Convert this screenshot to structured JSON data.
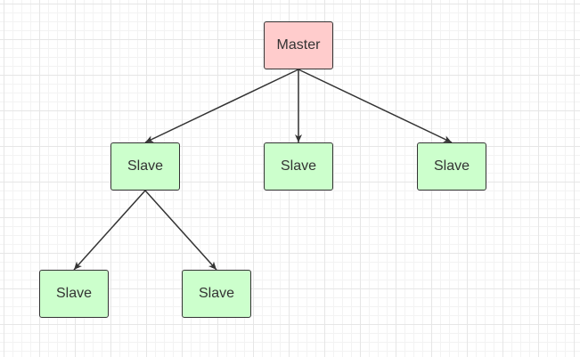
{
  "diagram": {
    "nodes": [
      {
        "id": "master",
        "label": "Master",
        "fill": "#ffcccc"
      },
      {
        "id": "slave-1",
        "label": "Slave",
        "fill": "#ccffcc"
      },
      {
        "id": "slave-2",
        "label": "Slave",
        "fill": "#ccffcc"
      },
      {
        "id": "slave-3",
        "label": "Slave",
        "fill": "#ccffcc"
      },
      {
        "id": "slave-4",
        "label": "Slave",
        "fill": "#ccffcc"
      },
      {
        "id": "slave-5",
        "label": "Slave",
        "fill": "#ccffcc"
      }
    ],
    "edges": [
      {
        "from": "master",
        "to": "slave-1"
      },
      {
        "from": "master",
        "to": "slave-2"
      },
      {
        "from": "master",
        "to": "slave-3"
      },
      {
        "from": "slave-1",
        "to": "slave-4"
      },
      {
        "from": "slave-1",
        "to": "slave-5"
      }
    ],
    "stroke_color": "#333333"
  }
}
